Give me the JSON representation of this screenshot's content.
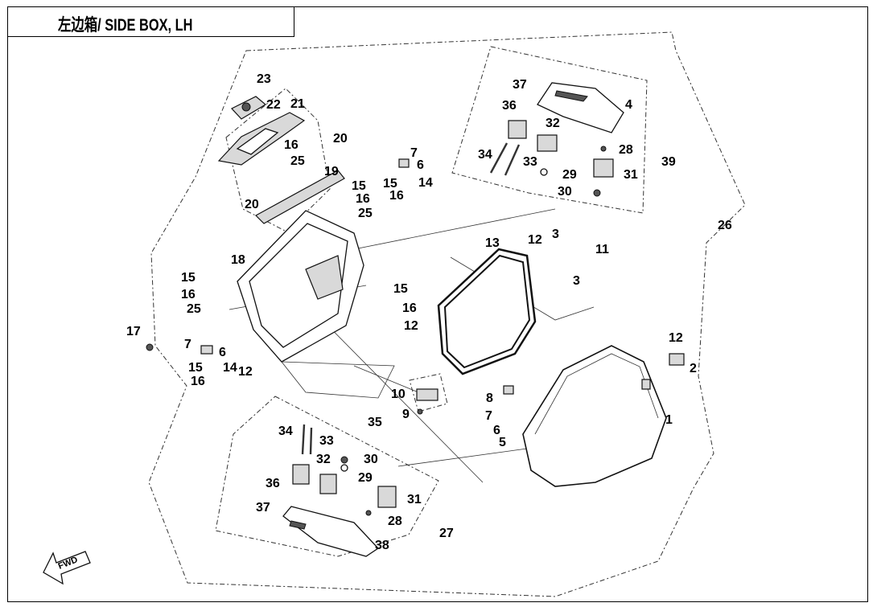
{
  "title": "左边箱/ SIDE BOX, LH",
  "fwd_label": "FWD",
  "callouts": [
    {
      "id": "c23",
      "text": "23"
    },
    {
      "id": "c22",
      "text": "22"
    },
    {
      "id": "c21",
      "text": "21"
    },
    {
      "id": "c16a",
      "text": "16"
    },
    {
      "id": "c25a",
      "text": "25"
    },
    {
      "id": "c20a",
      "text": "20"
    },
    {
      "id": "c19",
      "text": "19"
    },
    {
      "id": "c20b",
      "text": "20"
    },
    {
      "id": "c7a",
      "text": "7"
    },
    {
      "id": "c6a",
      "text": "6"
    },
    {
      "id": "c15a",
      "text": "15"
    },
    {
      "id": "c14a",
      "text": "14"
    },
    {
      "id": "c16b",
      "text": "16"
    },
    {
      "id": "c15b",
      "text": "15"
    },
    {
      "id": "c16c",
      "text": "16"
    },
    {
      "id": "c25b",
      "text": "25"
    },
    {
      "id": "c18",
      "text": "18"
    },
    {
      "id": "c15c",
      "text": "15"
    },
    {
      "id": "c16d",
      "text": "16"
    },
    {
      "id": "c25c",
      "text": "25"
    },
    {
      "id": "c17",
      "text": "17"
    },
    {
      "id": "c7b",
      "text": "7"
    },
    {
      "id": "c6b",
      "text": "6"
    },
    {
      "id": "c15d",
      "text": "15"
    },
    {
      "id": "c14b",
      "text": "14"
    },
    {
      "id": "c16e",
      "text": "16"
    },
    {
      "id": "c12a",
      "text": "12"
    },
    {
      "id": "c15e",
      "text": "15"
    },
    {
      "id": "c16f",
      "text": "16"
    },
    {
      "id": "c12b",
      "text": "12"
    },
    {
      "id": "c37a",
      "text": "37"
    },
    {
      "id": "c4",
      "text": "4"
    },
    {
      "id": "c36a",
      "text": "36"
    },
    {
      "id": "c32a",
      "text": "32"
    },
    {
      "id": "c34a",
      "text": "34"
    },
    {
      "id": "c33a",
      "text": "33"
    },
    {
      "id": "c28a",
      "text": "28"
    },
    {
      "id": "c39",
      "text": "39"
    },
    {
      "id": "c29a",
      "text": "29"
    },
    {
      "id": "c31a",
      "text": "31"
    },
    {
      "id": "c30a",
      "text": "30"
    },
    {
      "id": "c26",
      "text": "26"
    },
    {
      "id": "c13",
      "text": "13"
    },
    {
      "id": "c12c",
      "text": "12"
    },
    {
      "id": "c3a",
      "text": "3"
    },
    {
      "id": "c11",
      "text": "11"
    },
    {
      "id": "c3b",
      "text": "3"
    },
    {
      "id": "c12d",
      "text": "12"
    },
    {
      "id": "c2",
      "text": "2"
    },
    {
      "id": "c10",
      "text": "10"
    },
    {
      "id": "c9",
      "text": "9"
    },
    {
      "id": "c8",
      "text": "8"
    },
    {
      "id": "c7c",
      "text": "7"
    },
    {
      "id": "c6c",
      "text": "6"
    },
    {
      "id": "c5",
      "text": "5"
    },
    {
      "id": "c1",
      "text": "1"
    },
    {
      "id": "c35",
      "text": "35"
    },
    {
      "id": "c34b",
      "text": "34"
    },
    {
      "id": "c33b",
      "text": "33"
    },
    {
      "id": "c32b",
      "text": "32"
    },
    {
      "id": "c30b",
      "text": "30"
    },
    {
      "id": "c36b",
      "text": "36"
    },
    {
      "id": "c29b",
      "text": "29"
    },
    {
      "id": "c31b",
      "text": "31"
    },
    {
      "id": "c37b",
      "text": "37"
    },
    {
      "id": "c28b",
      "text": "28"
    },
    {
      "id": "c27",
      "text": "27"
    },
    {
      "id": "c38",
      "text": "38"
    }
  ]
}
